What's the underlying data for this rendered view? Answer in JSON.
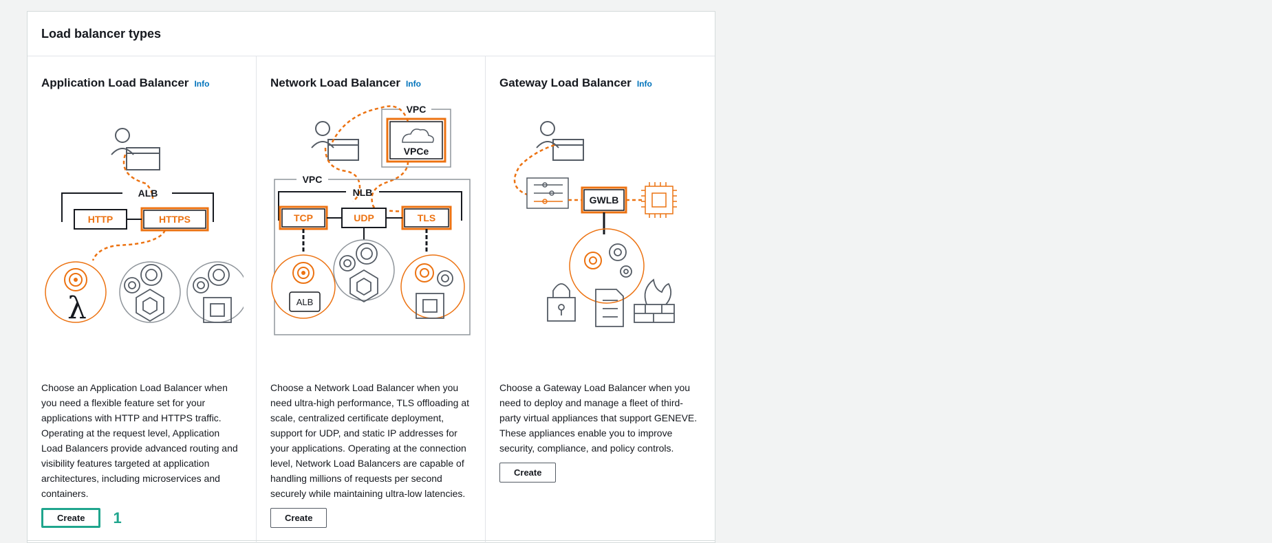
{
  "panel": {
    "title": "Load balancer types"
  },
  "cards": [
    {
      "title": "Application Load Balancer",
      "info": "Info",
      "description": "Choose an Application Load Balancer when you need a flexible feature set for your applications with HTTP and HTTPS traffic. Operating at the request level, Application Load Balancers provide advanced routing and visibility features targeted at application architectures, including microservices and containers.",
      "button": "Create",
      "step": "1",
      "diagram": {
        "group": "ALB",
        "protocols": [
          "HTTP",
          "HTTPS"
        ]
      }
    },
    {
      "title": "Network Load Balancer",
      "info": "Info",
      "description": "Choose a Network Load Balancer when you need ultra-high performance, TLS offloading at scale, centralized certificate deployment, support for UDP, and static IP addresses for your applications. Operating at the connection level, Network Load Balancers are capable of handling millions of requests per second securely while maintaining ultra-low latencies.",
      "button": "Create",
      "diagram": {
        "outer_vpc": "VPC",
        "endpoint": "VPCe",
        "inner_vpc": "VPC",
        "group": "NLB",
        "protocols": [
          "TCP",
          "UDP",
          "TLS"
        ],
        "target": "ALB"
      }
    },
    {
      "title": "Gateway Load Balancer",
      "info": "Info",
      "description": "Choose a Gateway Load Balancer when you need to deploy and manage a fleet of third-party virtual appliances that support GENEVE. These appliances enable you to improve security, compliance, and policy controls.",
      "button": "Create",
      "diagram": {
        "group": "GWLB"
      }
    }
  ],
  "colors": {
    "accent": "#ec7211",
    "link": "#0073bb",
    "focus": "#1fa58d",
    "icon_gray": "#545b64"
  }
}
